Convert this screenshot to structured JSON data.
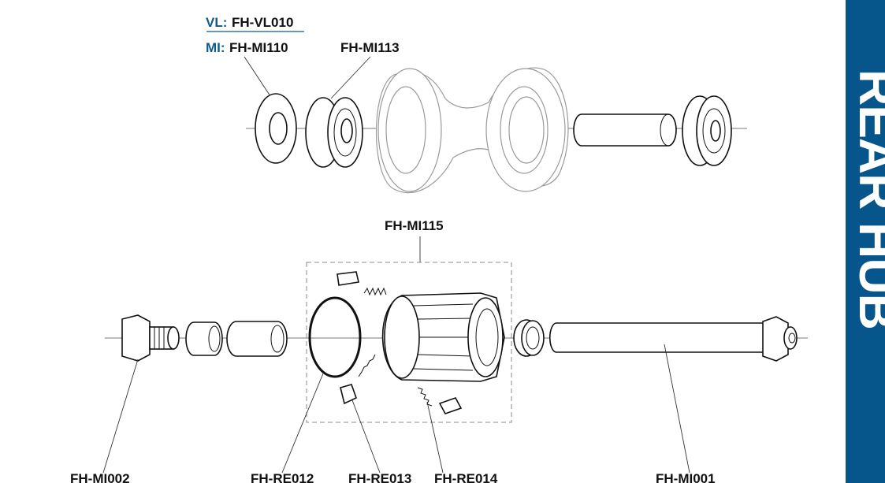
{
  "section_title": "REAR HUB",
  "labels": {
    "vl_prefix": "VL:",
    "vl_part": "FH-VL010",
    "mi_prefix": "MI:",
    "mi_part": "FH-MI110",
    "bearing": "FH-MI113",
    "freehub": "FH-MI115",
    "end_cap_left": "FH-MI002",
    "o_ring": "FH-RE012",
    "pawl": "FH-RE013",
    "spring": "FH-RE014",
    "axle": "FH-MI001"
  },
  "colors": {
    "accent": "#06568b",
    "prefix": "#0f5a8c"
  }
}
